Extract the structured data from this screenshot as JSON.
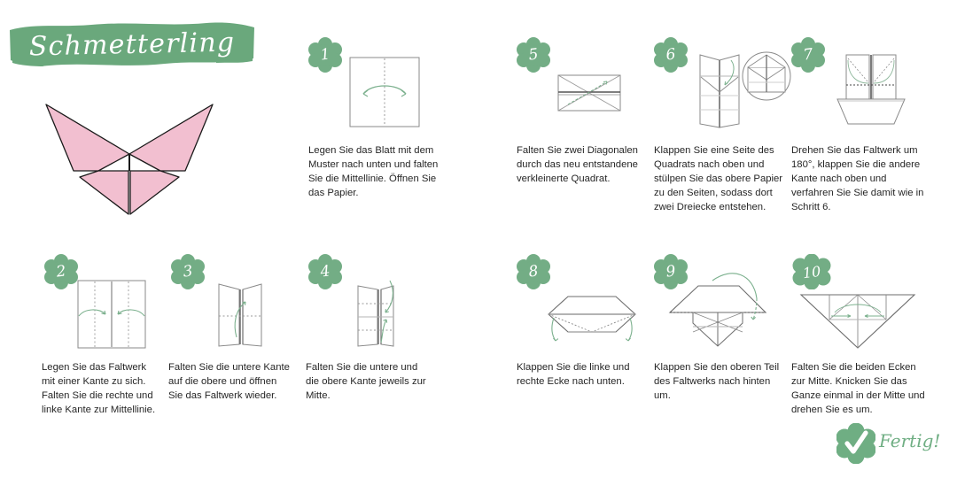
{
  "document": {
    "title": "Schmetterling",
    "language": "de",
    "kind": "origami-instructions"
  },
  "colors": {
    "banner_green": "#6aa87c",
    "badge_green": "#73ad85",
    "accent_green": "#6fae83",
    "arrow_green": "#7bb08d",
    "paper_pink": "#f2bfd0",
    "line_gray": "#8a8a8a",
    "text_dark": "#262626",
    "white": "#ffffff"
  },
  "header": {
    "title": "Schmetterling",
    "banner_shape": "brush-stroke",
    "hero_image_name": "finished-butterfly-model"
  },
  "steps": [
    {
      "number": "1",
      "badge_name": "step-badge-1",
      "figure_name": "step-figure-1-square-center-fold",
      "text": "Legen Sie das Blatt mit dem Muster nach unten und falten Sie die Mittellinie. Öffnen Sie das Papier."
    },
    {
      "number": "2",
      "badge_name": "step-badge-2",
      "figure_name": "step-figure-2-edges-to-center",
      "text": "Legen Sie das Faltwerk mit einer Kante zu sich. Falten Sie die rechte und linke Kante zur Mittellinie."
    },
    {
      "number": "3",
      "badge_name": "step-badge-3",
      "figure_name": "step-figure-3-bottom-to-top",
      "text": "Falten Sie die untere Kante auf die obere und öffnen Sie das Faltwerk wieder."
    },
    {
      "number": "4",
      "badge_name": "step-badge-4",
      "figure_name": "step-figure-4-both-edges-to-middle",
      "text": "Falten Sie die untere und die obere Kante jeweils zur Mitte."
    },
    {
      "number": "5",
      "badge_name": "step-badge-5",
      "figure_name": "step-figure-5-two-diagonals",
      "text": "Falten Sie zwei Diagonalen durch das neu entstandene verkleinerte Quadrat."
    },
    {
      "number": "6",
      "badge_name": "step-badge-6",
      "figure_name": "step-figure-6-fold-side-up-with-detail-circle",
      "text": "Klappen Sie eine Seite des Quadrats nach oben und stülpen Sie das obere Papier zu den Seiten, sodass dort zwei Dreiecke entstehen."
    },
    {
      "number": "7",
      "badge_name": "step-badge-7",
      "figure_name": "step-figure-7-rotate-180",
      "text": "Drehen Sie das Faltwerk um 180°, klappen Sie die andere Kante nach oben und verfahren Sie Sie damit wie in Schritt 6."
    },
    {
      "number": "8",
      "badge_name": "step-badge-8",
      "figure_name": "step-figure-8-corners-down",
      "text": "Klappen Sie die linke und rechte Ecke nach unten."
    },
    {
      "number": "9",
      "badge_name": "step-badge-9",
      "figure_name": "step-figure-9-fold-top-behind",
      "text": "Klappen Sie den oberen Teil des Faltwerks nach hinten um."
    },
    {
      "number": "10",
      "badge_name": "step-badge-10",
      "figure_name": "step-figure-10-corners-to-middle",
      "text": "Falten Sie die beiden Ecken zur Mitte. Knicken Sie das Ganze einmal in der Mitte und drehen Sie es um."
    }
  ],
  "finish": {
    "label": "Fertig!",
    "icon": "check-mark",
    "badge_shape": "scalloped-circle"
  }
}
